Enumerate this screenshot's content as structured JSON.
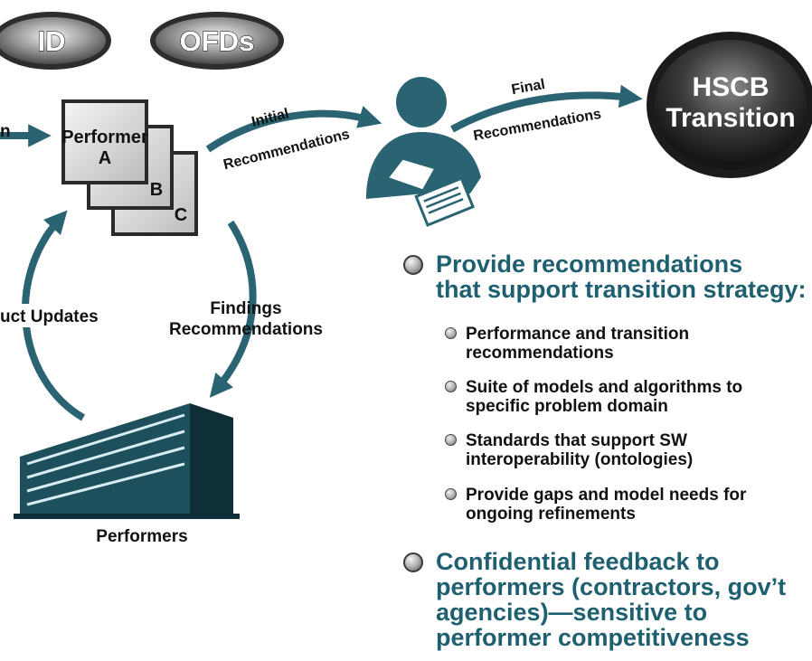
{
  "top_pills": [
    {
      "label": "ID"
    },
    {
      "label": "OFDs"
    }
  ],
  "hscb": {
    "line1": "HSCB",
    "line2": "Transition"
  },
  "cards": {
    "a_line1": "Performer",
    "a_line2": "A",
    "b": "B",
    "c": "C"
  },
  "arrows": {
    "left_partial": "n",
    "initial_line1": "Initial",
    "initial_line2": "Recommendations",
    "final_line1": "Final",
    "final_line2": "Recommendations",
    "product_updates": "uct Updates",
    "findings_line1": "Findings",
    "findings_line2": "Recommendations"
  },
  "performers_label": "Performers",
  "bullets": [
    {
      "text": "Provide recommendations\nthat support transition strategy:",
      "sub": [
        "Performance and transition\nrecommendations",
        "Suite of models and algorithms to\nspecific problem domain",
        "Standards that support SW\ninteroperability (ontologies)",
        "Provide gaps and model needs for\nongoing refinements"
      ]
    },
    {
      "text": "Confidential feedback to\nperformers (contractors, gov’t\nagencies)—sensitive to\nperformer competitiveness",
      "sub": []
    }
  ],
  "colors": {
    "teal": "#2a6472",
    "pill_dark": "#3c3c3c",
    "bullet_text": "#1f6070"
  }
}
